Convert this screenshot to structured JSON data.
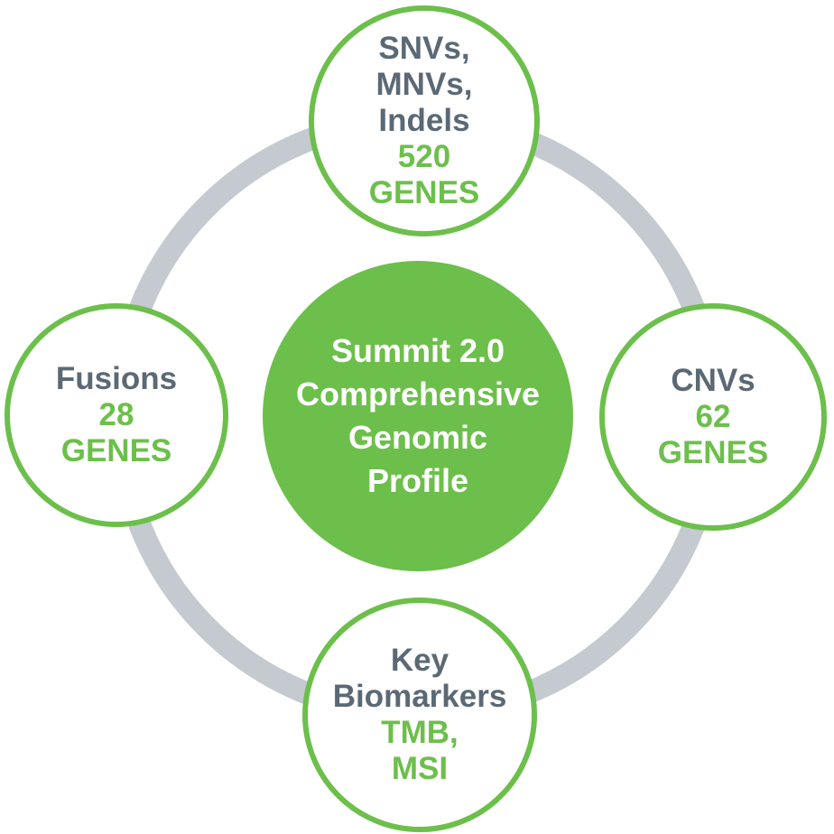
{
  "diagram": {
    "title": "Summit 2.0 Comprehensive Genomic Profile diagram",
    "colors": {
      "accent_green": "#6CBF4B",
      "ring_gray": "#C4CAD0",
      "label_gray": "#5B6975",
      "background": "#FFFFFF"
    },
    "center": {
      "lines": [
        "Summit 2.0",
        "Comprehensive",
        "Genomic",
        "Profile"
      ]
    },
    "nodes": {
      "top": {
        "label": [
          "SNVs,",
          "MNVs,",
          "Indels"
        ],
        "highlight": [
          "520",
          "GENES"
        ]
      },
      "right": {
        "label": [
          "CNVs"
        ],
        "highlight": [
          "62",
          "GENES"
        ]
      },
      "bottom": {
        "label": [
          "Key",
          "Biomarkers"
        ],
        "highlight": [
          "TMB,",
          "MSI"
        ]
      },
      "left": {
        "label": [
          "Fusions"
        ],
        "highlight": [
          "28",
          "GENES"
        ]
      }
    }
  }
}
